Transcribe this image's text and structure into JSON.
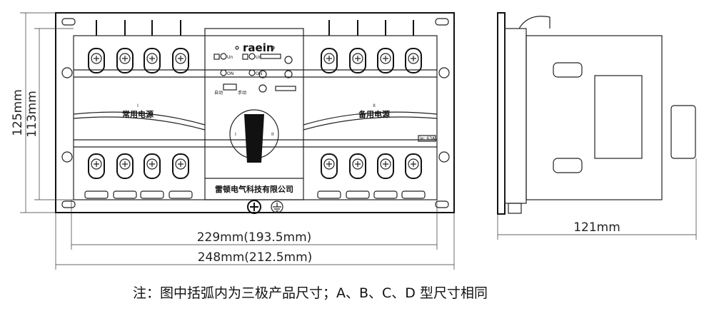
{
  "dimensions": {
    "height_outer": "125mm",
    "height_inner": "113mm",
    "width_inner": "229mm(193.5mm)",
    "width_outer": "248mm(212.5mm)",
    "depth": "121mm"
  },
  "front": {
    "brand": "raein",
    "left_roman": "I",
    "right_roman": "II",
    "left_label": "常用电源",
    "right_label": "备用电源",
    "rating": "Ie: 63A",
    "company": "雷顿电气科技有限公司",
    "un": "Un",
    "on": "ON",
    "auto": "自动",
    "manual": "手动",
    "handle_left": "I",
    "handle_right": "II"
  },
  "note": "注：图中括弧内为三极产品尺寸；A、B、C、D 型尺寸相同"
}
